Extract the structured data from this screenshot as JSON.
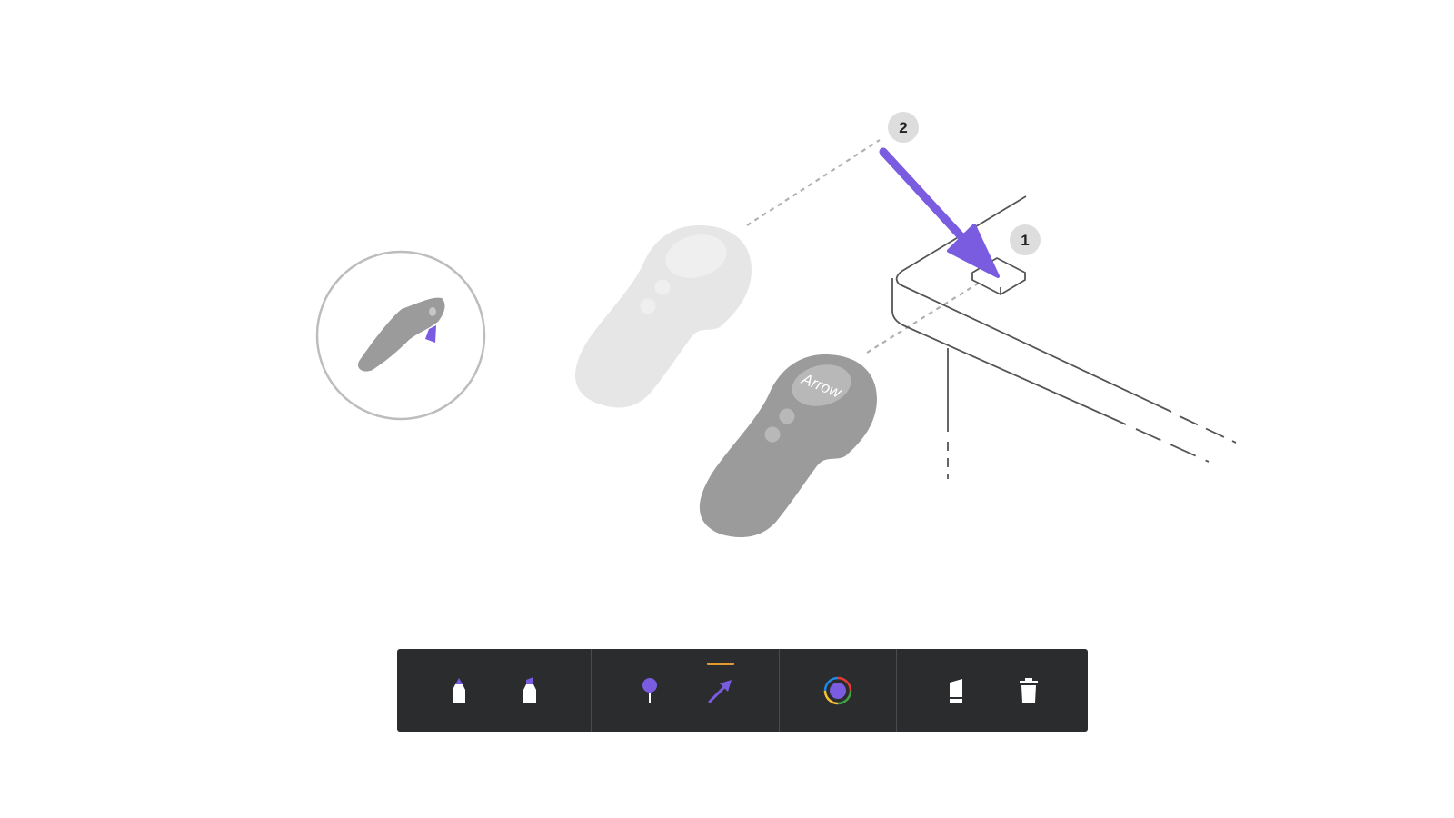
{
  "diagram": {
    "callouts": [
      {
        "number": "1",
        "target": "button-on-table-corner"
      },
      {
        "number": "2",
        "target": "arrow-start-point"
      }
    ],
    "controller_label": "Arrow",
    "colors": {
      "accent": "#7a5ce0",
      "controller_active": "#9b9b9b",
      "controller_ghost": "#e6e6e6",
      "outline": "#555555",
      "callout_bg": "#dddddd"
    }
  },
  "toolbar": {
    "background": "#2b2c2e",
    "active_indicator_color": "#e29a2a",
    "groups": [
      {
        "tools": [
          {
            "icon": "marker-pointed-icon"
          },
          {
            "icon": "marker-chisel-icon"
          }
        ]
      },
      {
        "tools": [
          {
            "icon": "pin-icon"
          },
          {
            "icon": "arrow-tool-icon",
            "active": true
          }
        ]
      },
      {
        "tools": [
          {
            "icon": "color-picker-icon"
          }
        ]
      },
      {
        "tools": [
          {
            "icon": "eraser-icon"
          },
          {
            "icon": "trash-icon"
          }
        ]
      }
    ]
  }
}
